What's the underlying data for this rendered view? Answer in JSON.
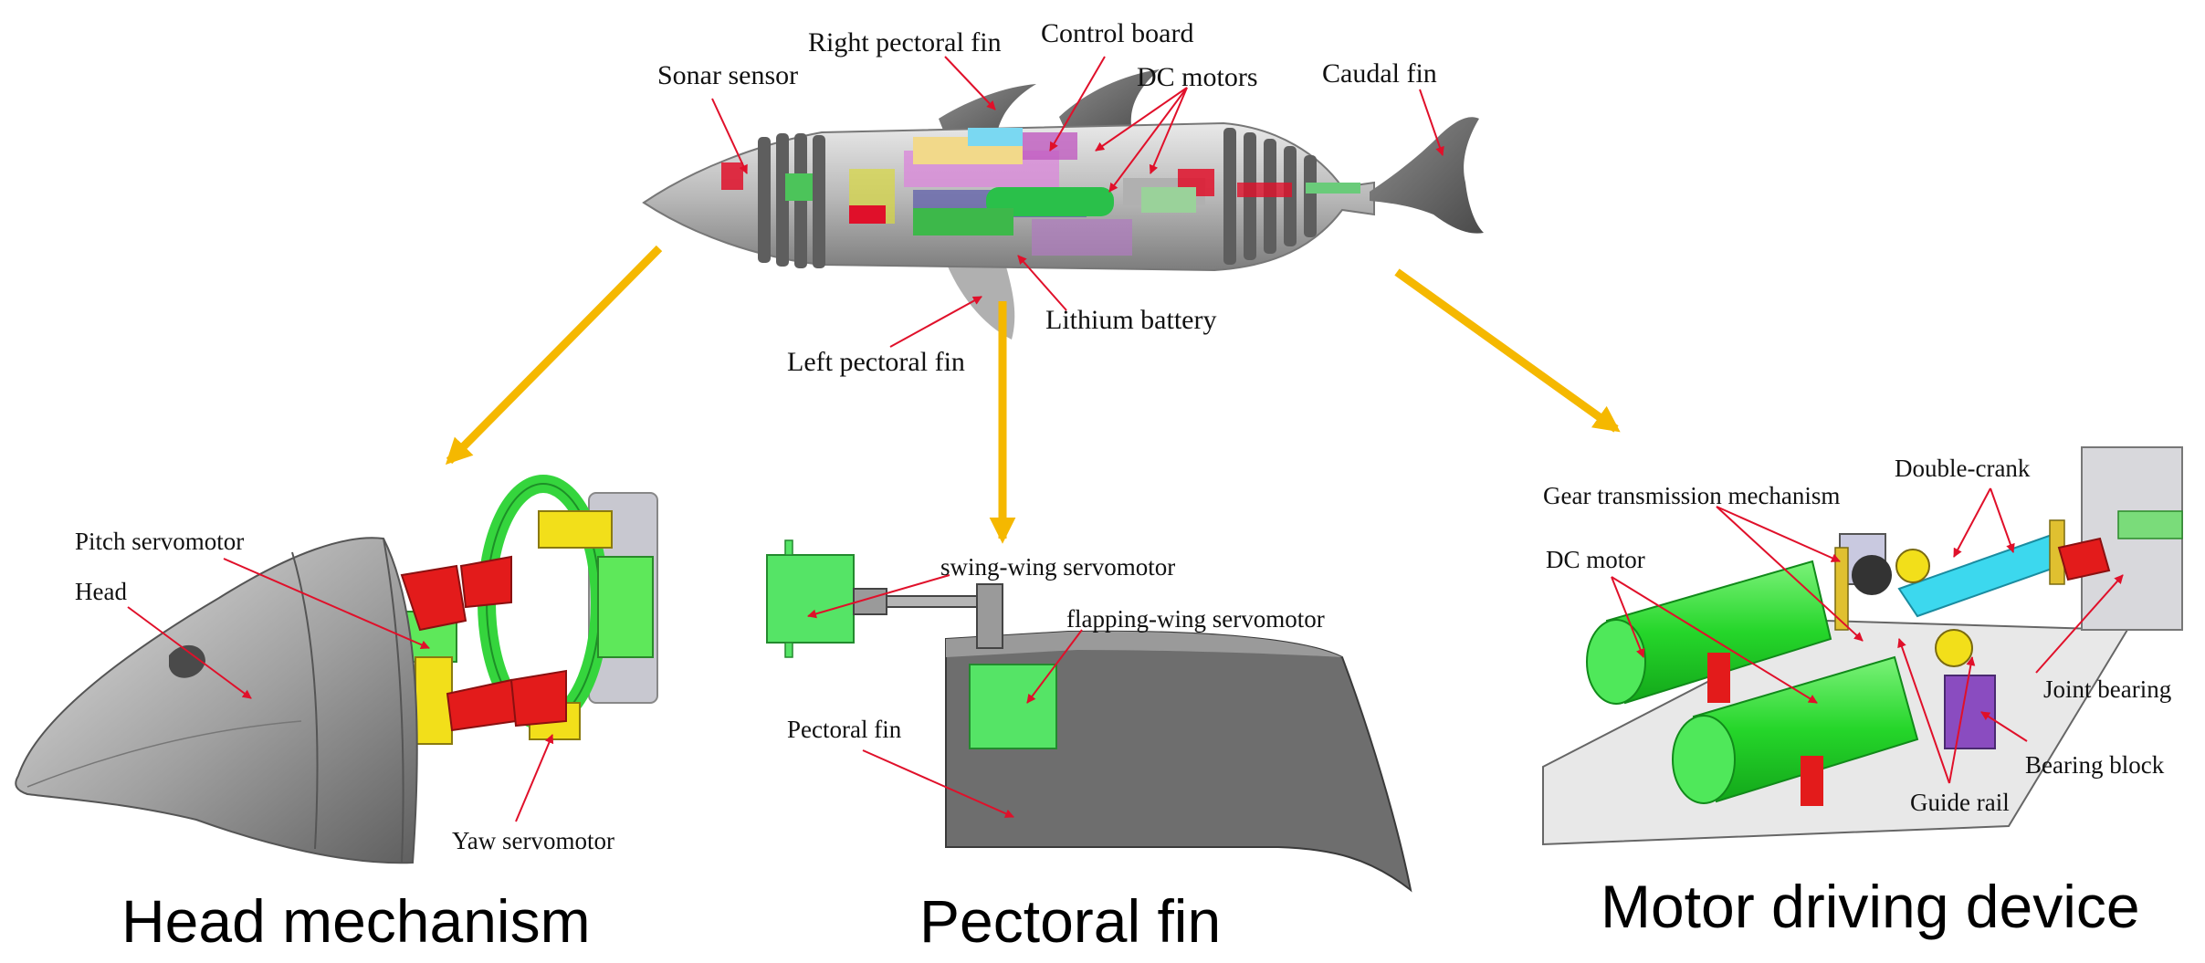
{
  "colors": {
    "accent_arrow": "#F5B800",
    "leader_line": "#E0102A",
    "servo_green": "#4CE86A",
    "motor_green": "#22D82A",
    "bracket_red": "#E31B1B",
    "bracket_yellow": "#F2DF1A",
    "shell_gray": "#9A9A9A"
  },
  "top": {
    "sonar_sensor": "Sonar sensor",
    "right_pectoral_fin": "Right pectoral fin",
    "control_board": "Control board",
    "dc_motors": "DC motors",
    "caudal_fin": "Caudal fin",
    "lithium_battery": "Lithium battery",
    "left_pectoral_fin": "Left pectoral fin"
  },
  "head": {
    "pitch_servomotor": "Pitch servomotor",
    "head": "Head",
    "yaw_servomotor": "Yaw servomotor",
    "title": "Head mechanism"
  },
  "pectoral": {
    "swing_wing_servomotor": "swing-wing servomotor",
    "flapping_wing_servomotor": "flapping-wing servomotor",
    "pectoral_fin": "Pectoral fin",
    "title": "Pectoral fin"
  },
  "motor": {
    "gear_transmission_mechanism": "Gear transmission mechanism",
    "double_crank": "Double-crank",
    "dc_motor": "DC motor",
    "joint_bearing": "Joint bearing",
    "bearing_block": "Bearing block",
    "guide_rail": "Guide rail",
    "title": "Motor driving device"
  }
}
